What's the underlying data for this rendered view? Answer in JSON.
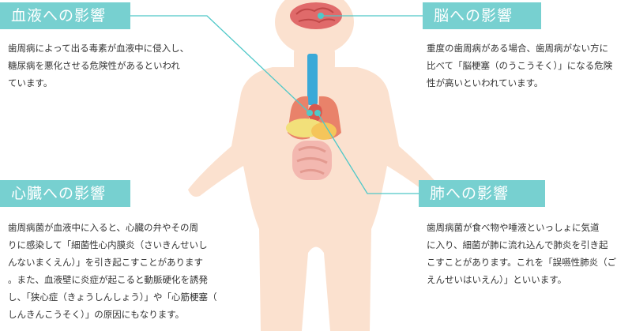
{
  "colors": {
    "label_bg": "#77d0d0",
    "connector": "#4fc8c8",
    "body": "#fbe1cf",
    "vessel": "#3aa9d8",
    "brain": "#e06a6a"
  },
  "sections": {
    "blood": {
      "title": "血液への影響",
      "text": "歯周病によって出る毒素が血液中に侵入し、\n糖尿病を悪化させる危険性があるといわれ\nています。"
    },
    "brain": {
      "title": "脳への影響",
      "text": "重度の歯周病がある場合、歯周病がない方に\n比べて「脳梗塞（のうこうそく）」になる危険\n性が高いといわれています。"
    },
    "heart": {
      "title": "心臓への影響",
      "text": "歯周病菌が血液中に入ると、心臓の弁やその周\nりに感染して「細菌性心内膜炎（さいきんせいし\nんないまくえん）」を引き起こすことがあります\n。また、血液壁に炎症が起こると動脈硬化を誘発\nし、「狭心症（きょうしんしょう）」や「心筋梗塞（\nしんきんこうそく）」の原因にもなります。"
    },
    "lung": {
      "title": "肺への影響",
      "text": "歯周病菌が食べ物や唾液といっしょに気道\nに入り、細菌が肺に流れ込んで肺炎を引き起\nこすことがあります。これを「誤嚥性肺炎（ご\nえんせいはいえん）」といいます。"
    }
  }
}
